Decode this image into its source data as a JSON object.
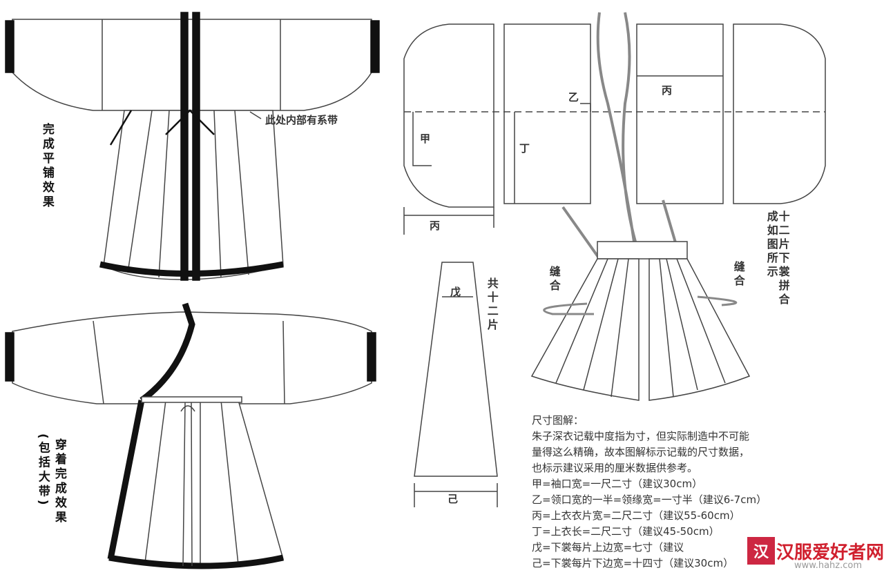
{
  "labels": {
    "flat_finished": "完成平铺效果",
    "worn_finished": "穿着完成效果",
    "worn_note": "(包括大带)",
    "inner_tie": "此处内部有系带",
    "jia": "甲",
    "yi": "乙",
    "bing_top": "丙",
    "bing_bottom": "丙",
    "ding": "丁",
    "wu": "戊",
    "ji": "己",
    "total_twelve": "共十二片",
    "sew_left": "缝合",
    "sew_right": "缝合",
    "assembled": "十二片下裳拼合成如图所示"
  },
  "notes": {
    "title": "尺寸图解：",
    "intro": [
      "朱子深衣记载中度指为寸，但实际制造中不可能",
      "量得这么精确，故本图解标示记载的尺寸数据，",
      "也标示建议采用的厘米数据供参考。"
    ],
    "items": [
      "甲=袖口宽=一尺二寸（建议30cm）",
      "乙=领口宽的一半=领缘宽=一寸半（建议6-7cm）",
      "丙=上衣衣片宽=二尺二寸（建议55-60cm）",
      "丁=上衣长=二尺二寸（建议45-50cm）",
      "戊=下裳每片上边宽=七寸（建议",
      "己=下裳每片下边宽=十四寸（建议30cm）"
    ]
  },
  "watermark": {
    "stamp": "汉",
    "brand": "汉服爱好者网",
    "url": "www.hahz.com"
  },
  "colors": {
    "outline": "#444444",
    "trim": "#111111",
    "cord": "#888888",
    "stamp": "#c8102e"
  }
}
